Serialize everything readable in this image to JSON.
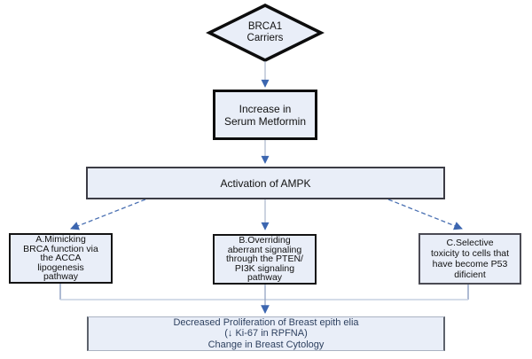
{
  "diagram": {
    "type": "flowchart",
    "nodes": {
      "brca1": {
        "line1": "BRCA1",
        "line2": "Carriers"
      },
      "metformin": {
        "line1": "Increase in",
        "line2": "Serum Metformin"
      },
      "ampk": {
        "label": "Activation of AMPK"
      },
      "branch_a": {
        "lines": [
          "A.Mimicking",
          "BRCA function via",
          "the ACCA",
          "lipogenesis",
          "pathway"
        ]
      },
      "branch_b": {
        "lines": [
          "B.Overriding",
          "aberrant signaling",
          "through the PTEN/",
          "PI3K signaling",
          "pathway"
        ]
      },
      "branch_c": {
        "lines": [
          "C.Selective",
          "toxicity to cells that",
          "have become P53",
          "dificient"
        ]
      },
      "outcome": {
        "lines": [
          "Decreased Proliferation of Breast epith elia",
          "(↓ Ki-67 in RPFNA)",
          "Change in Breast Cytology"
        ]
      }
    },
    "colors": {
      "box_fill": "#e9eef8",
      "box_border_black": "#0d0d0d",
      "box_border_gray": "#4b4b54",
      "outcome_border": "#aab3c2",
      "outcome_side_border": "#5d626c",
      "outcome_text": "#2e4160",
      "body_text": "#111111",
      "arrowhead_blue": "#3c66b0",
      "dashed_connector_blue": "#4a70b2",
      "straight_connector_gray": "#aab6cc",
      "tree_stub_blue": "#93a3c4",
      "tree_rail_light": "#c6d0e2"
    }
  }
}
